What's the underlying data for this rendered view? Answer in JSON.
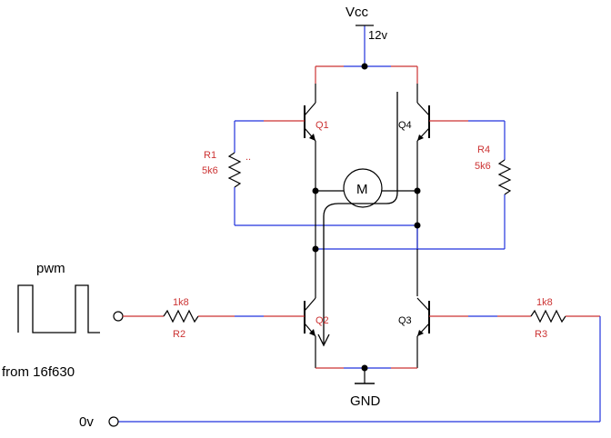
{
  "labels": {
    "vcc": "Vcc",
    "supply": "12v",
    "gnd": "GND",
    "zero_volt": "0v",
    "pwm": "pwm",
    "from": "from  16f630",
    "motor": "M"
  },
  "components": {
    "q1": "Q1",
    "q2": "Q2",
    "q3": "Q3",
    "q4": "Q4",
    "r1_name": "R1",
    "r1_value": "5k6",
    "r2_name": "R2",
    "r2_value": "1k8",
    "r3_name": "R3",
    "r3_value": "1k8",
    "r4_name": "R4",
    "r4_value": "5k6"
  },
  "colors": {
    "wire_blue": "#2233dd",
    "wire_red": "#cc3333",
    "component_black": "#000000",
    "label_red": "#cc3333"
  }
}
